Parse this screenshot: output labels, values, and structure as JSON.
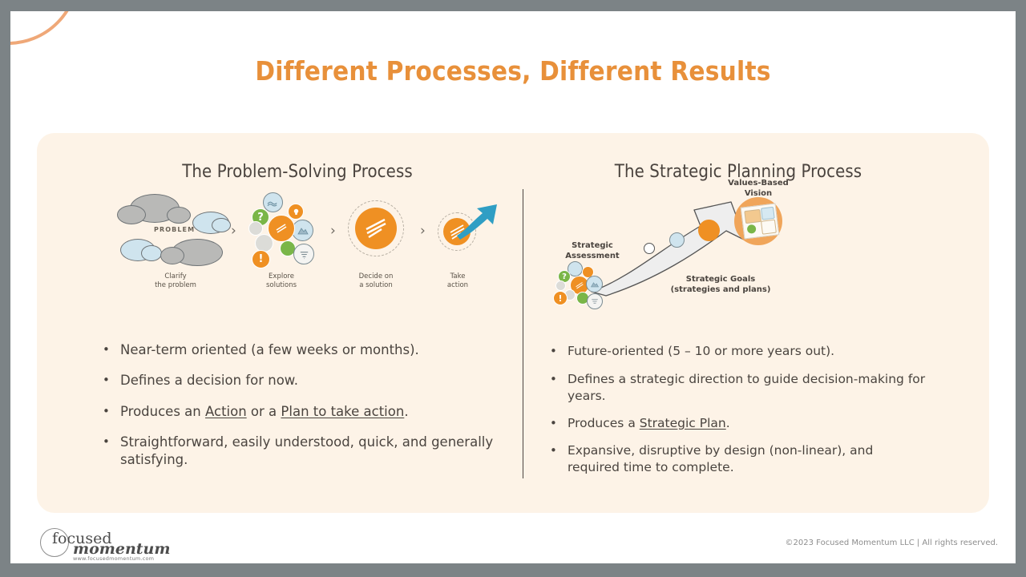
{
  "colors": {
    "background": "#7c8386",
    "slide": "#ffffff",
    "accent_orange": "#e8903a",
    "panel_cream": "#fdf3e7",
    "text_dark": "#4a443f",
    "arc_orange": "#efa878",
    "teal_arrow": "#2f9ec4",
    "green": "#7ab648",
    "light_blue": "#cfe4ee",
    "gray_cloud": "#b9b9b7"
  },
  "title": "Different Processes, Different Results",
  "left_column": {
    "heading": "The Problem-Solving Process",
    "diagram": {
      "problem_word": "PROBLEM",
      "steps": [
        {
          "label": "Clarify\nthe problem"
        },
        {
          "label": "Explore\nsolutions"
        },
        {
          "label": "Decide on\na solution"
        },
        {
          "label": "Take\naction"
        }
      ],
      "separator": "›",
      "icons": [
        {
          "name": "question-icon",
          "glyph": "?"
        },
        {
          "name": "exclamation-icon",
          "glyph": "!"
        },
        {
          "name": "wave-icon",
          "glyph": "≋"
        },
        {
          "name": "lightbulb-icon",
          "glyph": "Ὂ1"
        },
        {
          "name": "mountain-icon",
          "glyph": "⛰"
        },
        {
          "name": "tornado-icon",
          "glyph": "ἲA"
        }
      ]
    },
    "bullets": [
      {
        "text": "Near-term oriented (a few weeks or months)."
      },
      {
        "text": "Defines a decision for now."
      },
      {
        "text": "Produces an Action or a Plan to take action.",
        "underlined": [
          "Action",
          "Plan to take action"
        ]
      },
      {
        "text": "Straightforward, easily understood, quick, and generally satisfying."
      }
    ]
  },
  "right_column": {
    "heading": "The Strategic Planning Process",
    "diagram": {
      "labels": [
        {
          "name": "strategic-assessment-label",
          "text": "Strategic\nAssessment"
        },
        {
          "name": "strategic-goals-label",
          "text": "Strategic Goals\n(strategies and plans)"
        },
        {
          "name": "values-based-vision-label",
          "text": "Values-Based\nVision"
        }
      ]
    },
    "bullets": [
      {
        "text": "Future-oriented (5 – 10 or more years out)."
      },
      {
        "text": "Defines a strategic direction to guide decision-making for years."
      },
      {
        "text": "Produces a Strategic Plan.",
        "underlined": [
          "Strategic Plan"
        ]
      },
      {
        "text": "Expansive, disruptive by design (non-linear), and required time to complete."
      }
    ]
  },
  "footer": {
    "logo_line1": "focused",
    "logo_line2": "momentum",
    "logo_url": "www.focusedmomentum.com",
    "copyright": "©2023  Focused Momentum LLC | All rights reserved."
  }
}
